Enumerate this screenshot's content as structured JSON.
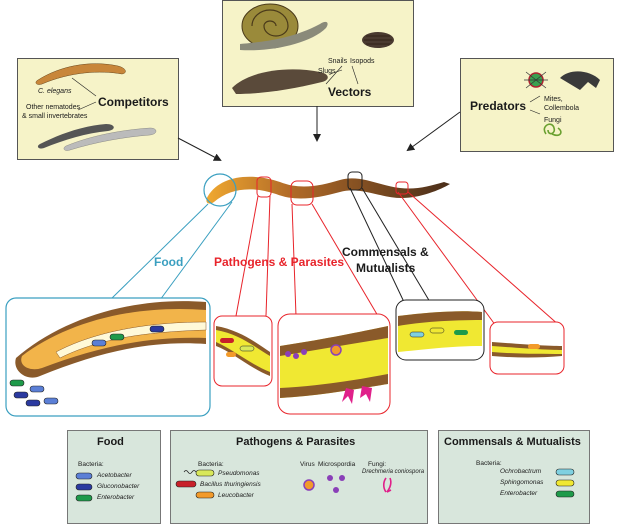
{
  "top_boxes": {
    "competitors": {
      "title": "Competitors",
      "label_celegans": "C. elegans",
      "label_other_line1": "Other nematodes",
      "label_other_line2": "& small invertebrates"
    },
    "vectors": {
      "title": "Vectors",
      "label_snails": "Snails",
      "label_slugs": "Slugs",
      "label_isopods": "Isopods"
    },
    "predators": {
      "title": "Predators",
      "label_mites_line1": "Mites,",
      "label_mites_line2": "Collembola",
      "label_fungi": "Fungi"
    }
  },
  "categories": {
    "food": "Food",
    "pathogens_line": "Pathogens & Parasites",
    "commensals_line1": "Commensals &",
    "commensals_line2": "Mutualists"
  },
  "legend": {
    "food": {
      "title": "Food",
      "bacteria_label": "Bacteria:",
      "items": [
        "Acetobacter",
        "Gluconobacter",
        "Enterobacter"
      ]
    },
    "pathogens": {
      "title": "Pathogens & Parasites",
      "bacteria_label": "Bacteria:",
      "items": [
        "Pseudomonas",
        "Bacillus thuringiensis",
        "Leucobacter"
      ],
      "virus_label": "Virus",
      "microsporidia_label": "Microspordia",
      "fungi_label": "Fungi:",
      "fungi_item": "Drechmeria coniospora"
    },
    "commensals": {
      "title": "Commensals & Mutualists",
      "bacteria_label": "Bacteria:",
      "items": [
        "Ochrobactrum",
        "Sphingomonas",
        "Enterobacter"
      ]
    }
  },
  "colors": {
    "box_fill": "#f6f3c8",
    "legend_fill": "#d8e6dc",
    "food_blue": "#3a9fc0",
    "pathogen_red": "#e8242b",
    "commensal_black": "#1a1a1a",
    "acetobacter": "#5b7fd6",
    "gluconobacter": "#2b3aa0",
    "enterobacter": "#1e9a4a",
    "pseudomonas": "#d8e85a",
    "bacillus": "#c8202a",
    "leucobacter": "#f29a2a",
    "ochrobactrum": "#7fd0e0",
    "sphingomonas": "#f0e832",
    "microsporidia": "#8a3fb8",
    "fungi": "#e0208a"
  },
  "icons": [
    "snail-icon",
    "slug-icon",
    "isopod-icon",
    "mite-icon",
    "collembola-icon",
    "fungus-icon",
    "nematode-icon",
    "virus-icon"
  ]
}
